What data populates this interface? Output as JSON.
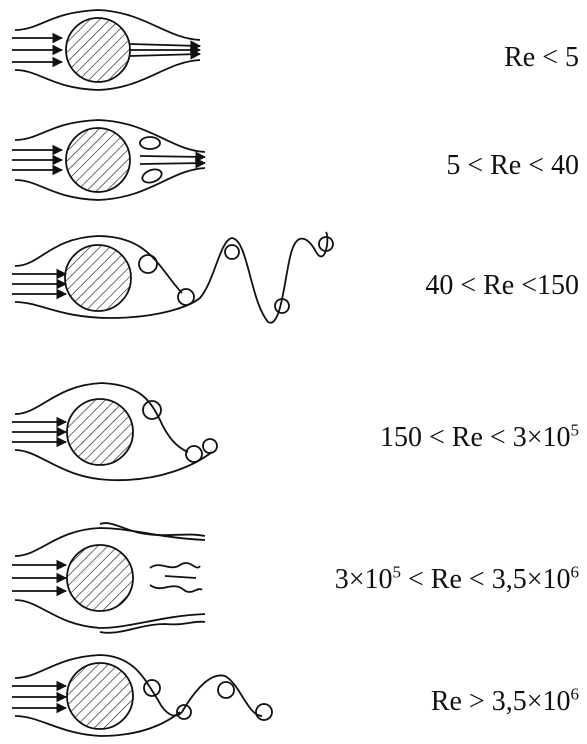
{
  "regimes": [
    {
      "label": "Re < 5"
    },
    {
      "label": "5 < Re < 40"
    },
    {
      "label": "40 < Re <150"
    },
    {
      "label_main": "150 < Re < 3×10",
      "label_sup": "5"
    },
    {
      "label_pre": "3×10",
      "label_pre_sup": "5",
      "label_main": " < Re < 3,5×10",
      "label_sup": "6"
    },
    {
      "label_main": "Re > 3,5×10",
      "label_sup": "6"
    }
  ]
}
